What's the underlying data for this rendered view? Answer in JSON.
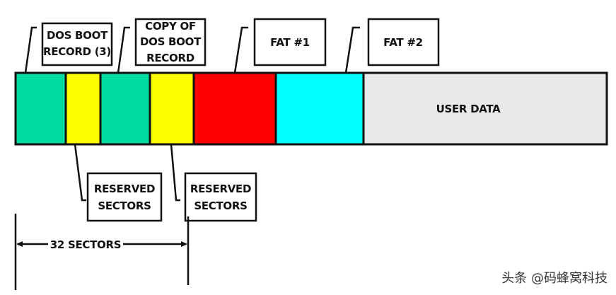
{
  "segments": [
    {
      "id": "dos-boot-record",
      "color": "#00DDA0"
    },
    {
      "id": "reserved-sectors-1",
      "color": "#FFFF00"
    },
    {
      "id": "copy-of-dos-boot-record",
      "color": "#00DDA0"
    },
    {
      "id": "reserved-sectors-2",
      "color": "#FFFF00"
    },
    {
      "id": "fat-1",
      "color": "#FF0000"
    },
    {
      "id": "fat-2",
      "color": "#00FFFF"
    },
    {
      "id": "user-data",
      "color": "#E8E8E8",
      "label": "USER DATA"
    }
  ],
  "labels": {
    "dos_boot": [
      "DOS BOOT",
      "RECORD (3)"
    ],
    "copy_boot": [
      "COPY OF",
      "DOS BOOT",
      "RECORD"
    ],
    "fat1": "FAT #1",
    "fat2": "FAT #2",
    "reserved1": [
      "RESERVED",
      "SECTORS"
    ],
    "reserved2": [
      "RESERVED",
      "SECTORS"
    ]
  },
  "dimension": "32 SECTORS",
  "watermark": "头条 @码蜂窝科技"
}
